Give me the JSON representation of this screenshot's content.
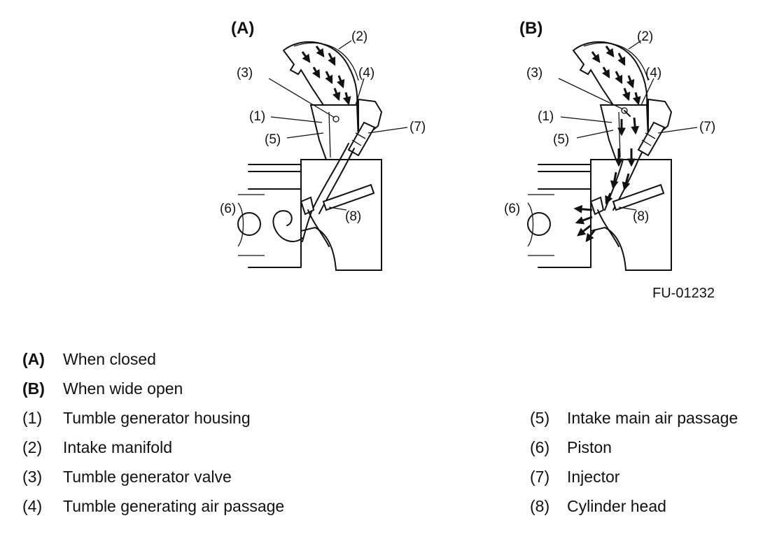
{
  "diagram": {
    "panels": [
      {
        "letter": "(A)",
        "callouts": {
          "c1": "(1)",
          "c2": "(2)",
          "c3": "(3)",
          "c4": "(4)",
          "c5": "(5)",
          "c6": "(6)",
          "c7": "(7)",
          "c8": "(8)"
        }
      },
      {
        "letter": "(B)",
        "callouts": {
          "c1": "(1)",
          "c2": "(2)",
          "c3": "(3)",
          "c4": "(4)",
          "c5": "(5)",
          "c6": "(6)",
          "c7": "(7)",
          "c8": "(8)"
        }
      }
    ],
    "figure_code": "FU-01232"
  },
  "legend": {
    "left": [
      {
        "key": "(A)",
        "text": "When closed"
      },
      {
        "key": "(B)",
        "text": "When wide open"
      },
      {
        "key": "(1)",
        "text": "Tumble generator housing"
      },
      {
        "key": "(2)",
        "text": "Intake manifold"
      },
      {
        "key": "(3)",
        "text": "Tumble generator valve"
      },
      {
        "key": "(4)",
        "text": "Tumble generating air passage"
      }
    ],
    "right": [
      {
        "key": "(5)",
        "text": "Intake main air passage"
      },
      {
        "key": "(6)",
        "text": "Piston"
      },
      {
        "key": "(7)",
        "text": "Injector"
      },
      {
        "key": "(8)",
        "text": "Cylinder head"
      }
    ]
  }
}
